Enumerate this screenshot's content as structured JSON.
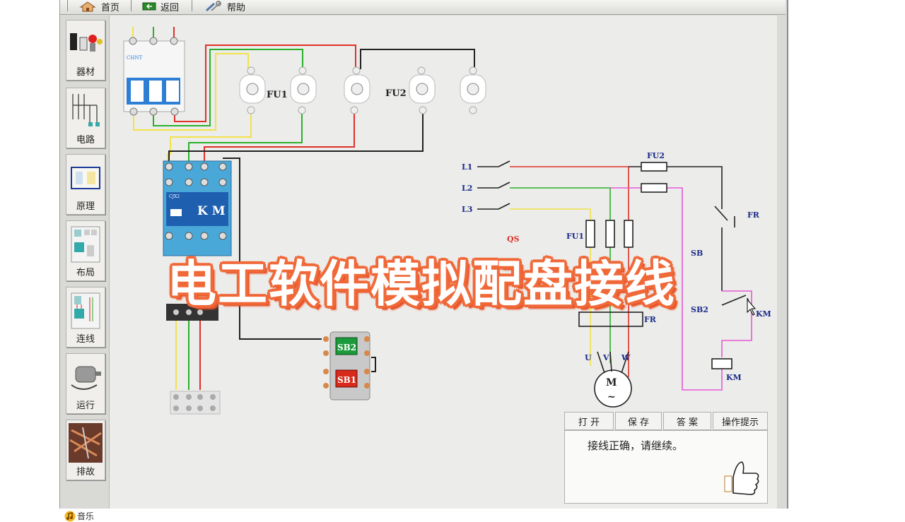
{
  "toolbar": {
    "home": "首页",
    "back": "返回",
    "help": "帮助"
  },
  "sidebar": {
    "items": [
      {
        "label": "器材"
      },
      {
        "label": "电路"
      },
      {
        "label": "原理"
      },
      {
        "label": "布局"
      },
      {
        "label": "连线"
      },
      {
        "label": "运行"
      },
      {
        "label": "排故"
      }
    ],
    "music": "音乐"
  },
  "diagram": {
    "fu1": "FU1",
    "fu2": "FU2",
    "km": "K M",
    "sb2": "SB2",
    "sb1": "SB1",
    "breaker_brand": "CHNT",
    "contactor_brand": "CJX2"
  },
  "schematic": {
    "l1": "L1",
    "l2": "L2",
    "l3": "L3",
    "qs": "QS",
    "fu1": "FU1",
    "fu2": "FU2",
    "fr": "FR",
    "fr_coil": "FR",
    "km_contact": "KM",
    "km_coil": "KM",
    "sb": "SB",
    "sb2": "SB2",
    "u": "U",
    "v": "V",
    "w": "W",
    "motor": "M",
    "motor_sym": "~"
  },
  "panel": {
    "tabs": [
      "打 开",
      "保 存",
      "答 案",
      "操作提示"
    ],
    "message": "接线正确，请继续。"
  },
  "banner": "电工软件模拟配盘接线",
  "colors": {
    "yellow": "#f2e24a",
    "green": "#2bb02b",
    "red": "#e0302a",
    "magenta": "#e659d6",
    "banner_stroke": "#f06a3a"
  }
}
